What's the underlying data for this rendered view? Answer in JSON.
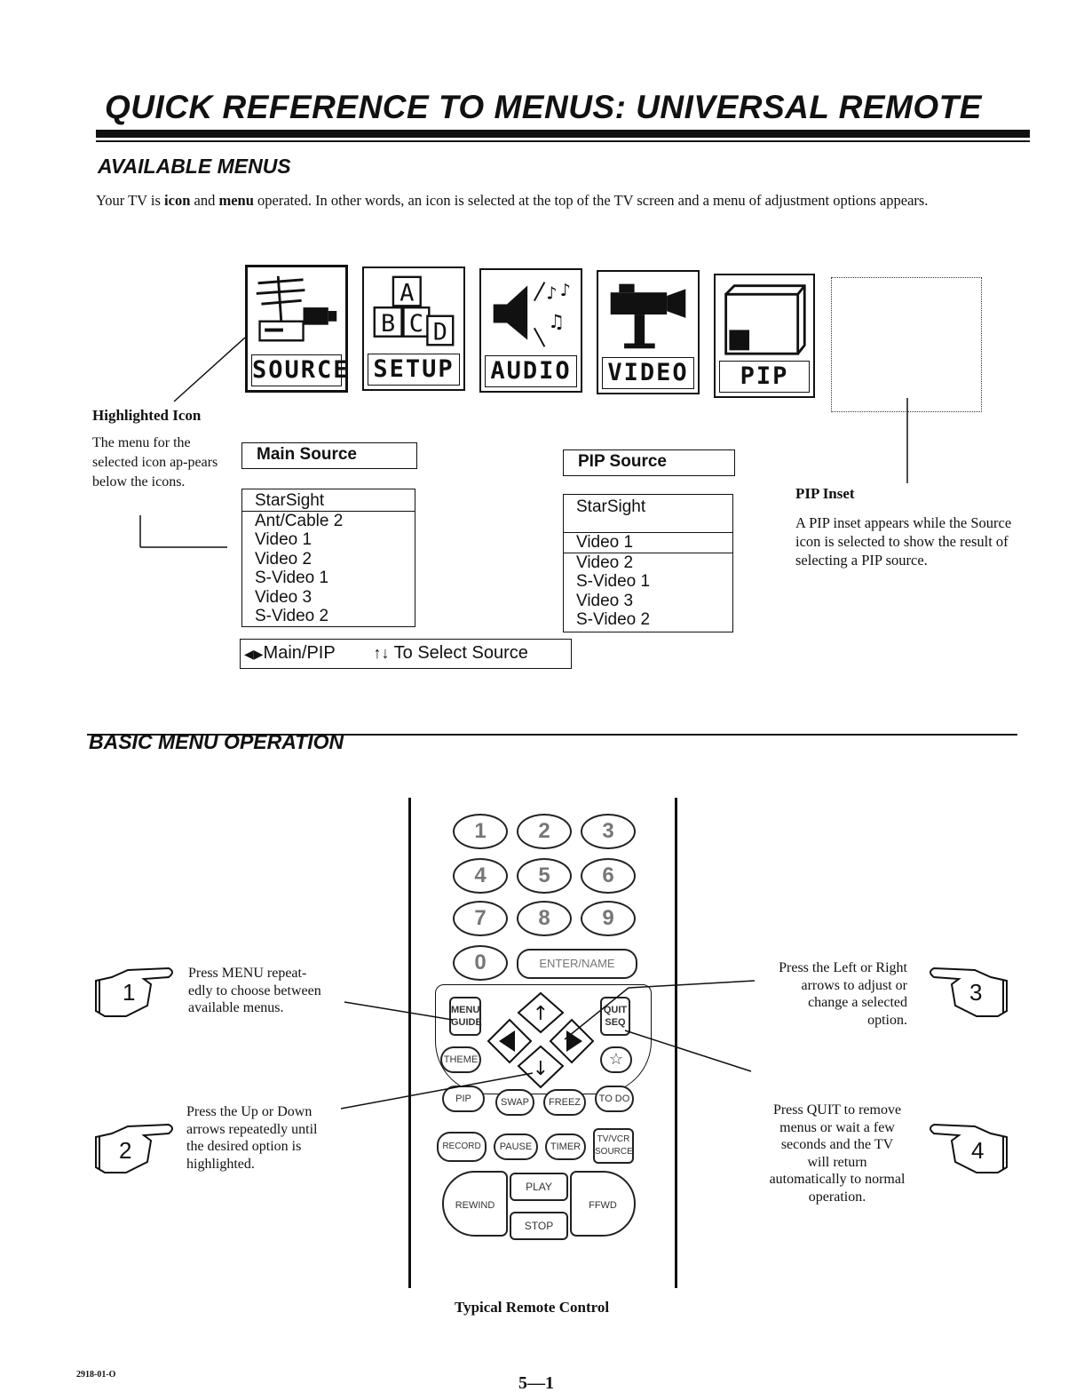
{
  "title": "QUICK REFERENCE TO MENUS: UNIVERSAL REMOTE",
  "available_menus": {
    "heading": "AVAILABLE MENUS",
    "intro_part1": "Your TV is ",
    "intro_bold1": "icon",
    "intro_part2": " and ",
    "intro_bold2": "menu",
    "intro_part3": " operated.  In other words, an icon is selected at the top of the TV screen and a menu of adjustment options appears."
  },
  "icons": [
    {
      "label": "SOURCE",
      "icon": "antenna-vcr-icon"
    },
    {
      "label": "SETUP",
      "icon": "abc-blocks-icon"
    },
    {
      "label": "AUDIO",
      "icon": "speaker-notes-icon"
    },
    {
      "label": "VIDEO",
      "icon": "video-camera-icon"
    },
    {
      "label": "PIP",
      "icon": "pip-window-icon"
    }
  ],
  "highlighted_icon": {
    "title": "Highlighted Icon",
    "text": "The menu for the selected icon ap-pears below the icons."
  },
  "main_source_menu": {
    "header": "Main Source",
    "items": [
      "StarSight",
      "Ant/Cable 2",
      "Video 1",
      "Video 2",
      "S-Video 1",
      "Video 3",
      "S-Video 2"
    ],
    "selected": "StarSight"
  },
  "pip_source_menu": {
    "header": "PIP Source",
    "items": [
      "StarSight",
      "Video 1",
      "Video 2",
      "S-Video 1",
      "Video 3",
      "S-Video 2"
    ],
    "selected": "Video 1"
  },
  "hint_bar": {
    "left": "Main/PIP",
    "right": "To Select Source"
  },
  "pip_inset": {
    "title": "PIP Inset",
    "text": "A PIP inset appears while the Source icon is selected to show the result of selecting a PIP source."
  },
  "basic_menu_operation": {
    "heading": "BASIC MENU OPERATION"
  },
  "steps": [
    {
      "number": "1",
      "text": "Press MENU repeat-edly to choose between available menus."
    },
    {
      "number": "2",
      "text": "Press the Up or Down arrows repeatedly until the desired option is highlighted."
    },
    {
      "number": "3",
      "text": "Press the Left or Right arrows to adjust or change a selected option."
    },
    {
      "number": "4",
      "text": "Press QUIT to remove menus or wait a few seconds and the TV will return automatically to normal operation."
    }
  ],
  "remote": {
    "caption": "Typical Remote Control",
    "number_keys": [
      "1",
      "2",
      "3",
      "4",
      "5",
      "6",
      "7",
      "8",
      "9",
      "0"
    ],
    "enter_key": "ENTER/NAME",
    "menu_key_line1": "MENU",
    "menu_key_line2": "GUIDE",
    "quit_key_line1": "QUIT",
    "quit_key_line2": "SEQ",
    "theme_key": "THEME",
    "star_key": "☆",
    "row_keys": [
      "PIP",
      "SWAP",
      "FREEZ",
      "TO DO"
    ],
    "row2_keys": [
      "RECORD",
      "PAUSE",
      "TIMER"
    ],
    "tvvcr_key_line1": "TV/VCR",
    "tvvcr_key_line2": "SOURCE",
    "play_key": "PLAY",
    "stop_key": "STOP",
    "rewind_key": "REWIND",
    "ffwd_key": "FFWD"
  },
  "footer": {
    "doc_code": "2918-01-O",
    "page_number": "5—1"
  }
}
